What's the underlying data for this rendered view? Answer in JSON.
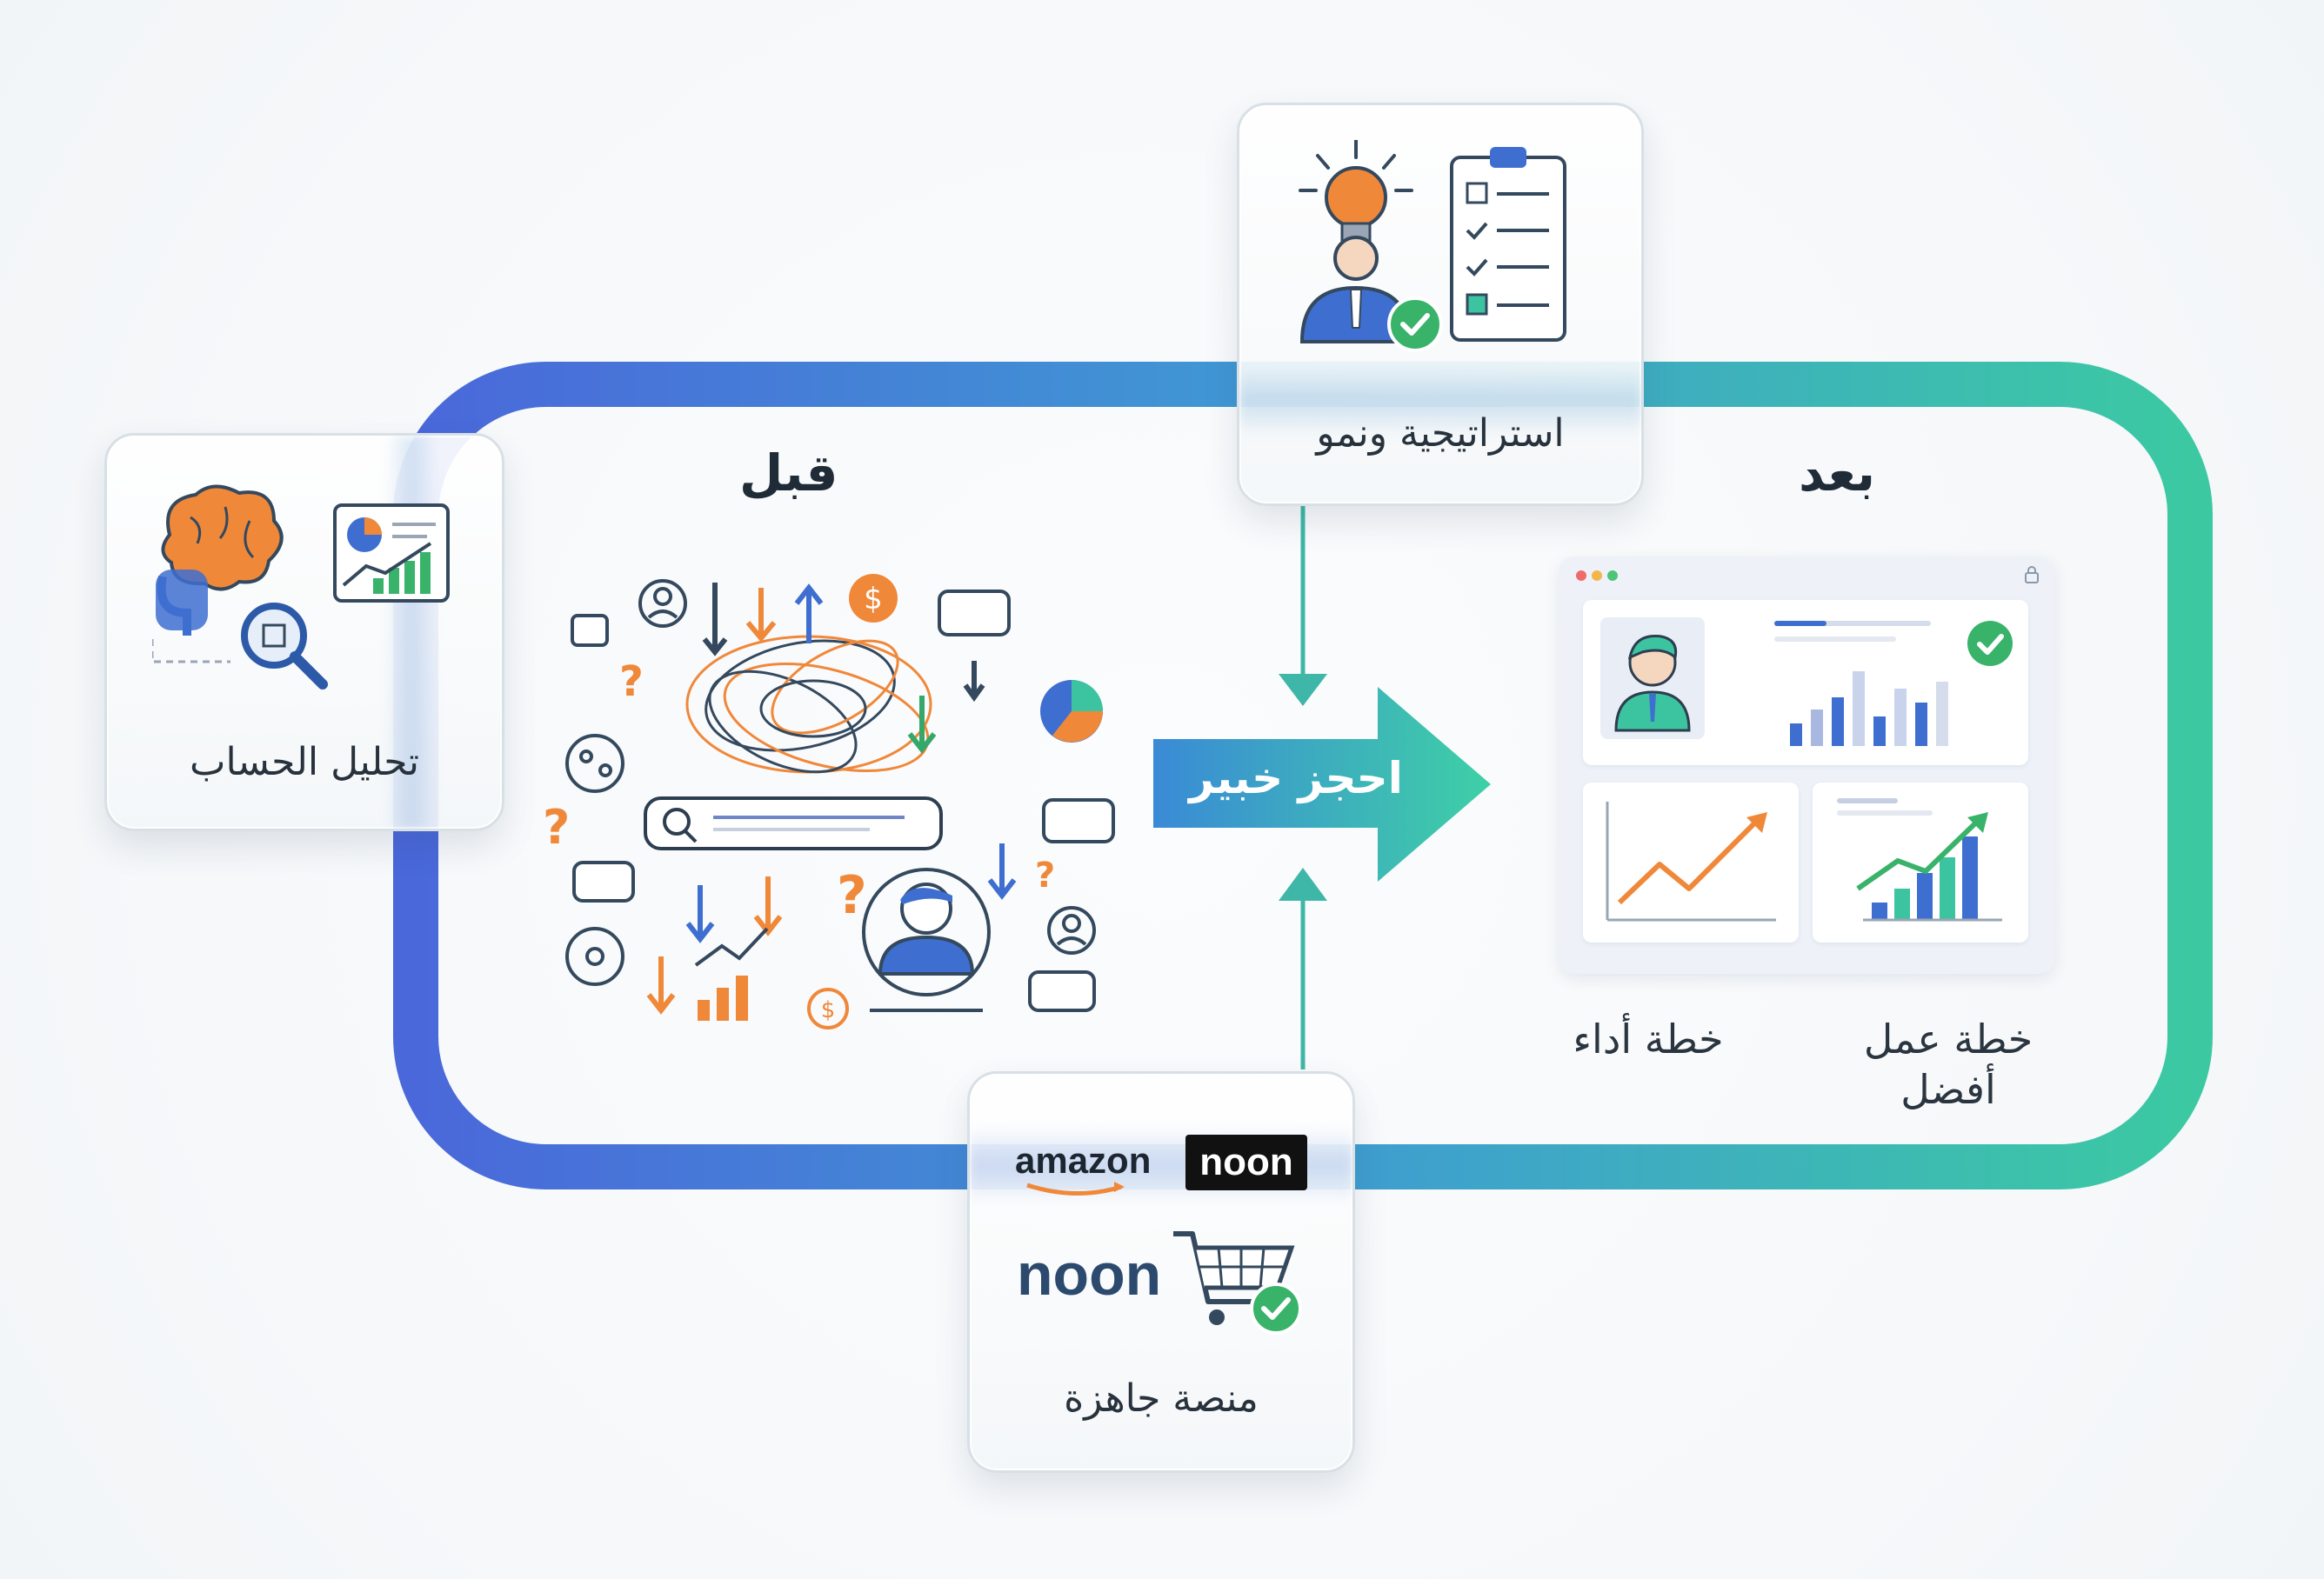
{
  "before_heading": "قبل",
  "after_heading": "بعد",
  "center_arrow_label": "احجز خبير",
  "cards": {
    "analysis": {
      "label": "تحليل الحساب"
    },
    "strategy": {
      "label": "استراتيجية ونمو"
    },
    "platform": {
      "label": "منصة جاهزة",
      "brand_amazon": "amazon",
      "brand_noon_badge": "noon",
      "brand_noon_large": "noon"
    }
  },
  "after_captions": {
    "performance_plan": "خطة أداء",
    "better_plan": "خطة عمل\nأفضل"
  },
  "colors": {
    "loop_left": "#4a6fdc",
    "loop_right": "#3cc4a0",
    "arrow_start": "#3a8fd6",
    "arrow_end": "#3ccaa5",
    "orange": "#f0883a",
    "blue": "#3e6fd0",
    "green": "#39b36a"
  },
  "icons": {
    "brain": "brain-icon",
    "magnifier": "magnifier-icon",
    "bulb": "lightbulb-icon",
    "checklist": "clipboard-checklist-icon",
    "cart": "shopping-cart-icon",
    "check": "check-badge-icon"
  }
}
